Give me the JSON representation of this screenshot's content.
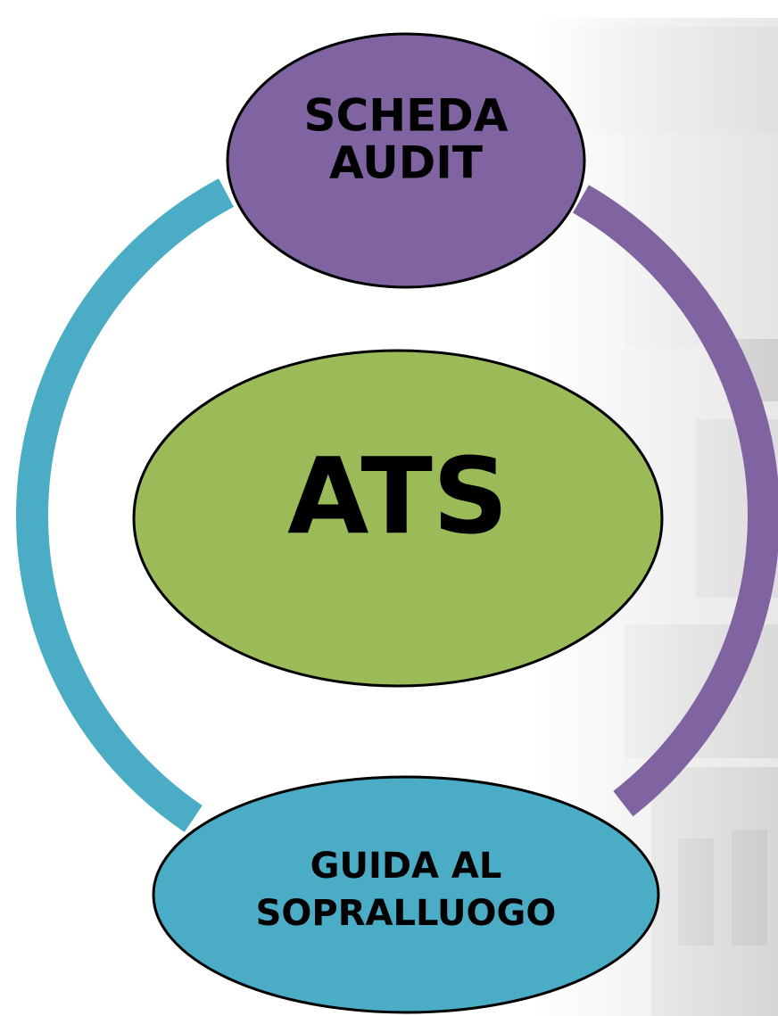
{
  "colors": {
    "purple": "#8064a2",
    "teal": "#4bacc6",
    "green": "#9bbb59",
    "outline": "#000000",
    "background_building": "#bdbdbd"
  },
  "diagram": {
    "center": {
      "label": "ATS"
    },
    "top_node": {
      "line1": "SCHEDA",
      "line2": "AUDIT"
    },
    "bottom_node": {
      "line1": "GUIDA AL",
      "line2": "SOPRALLUOGO"
    }
  }
}
